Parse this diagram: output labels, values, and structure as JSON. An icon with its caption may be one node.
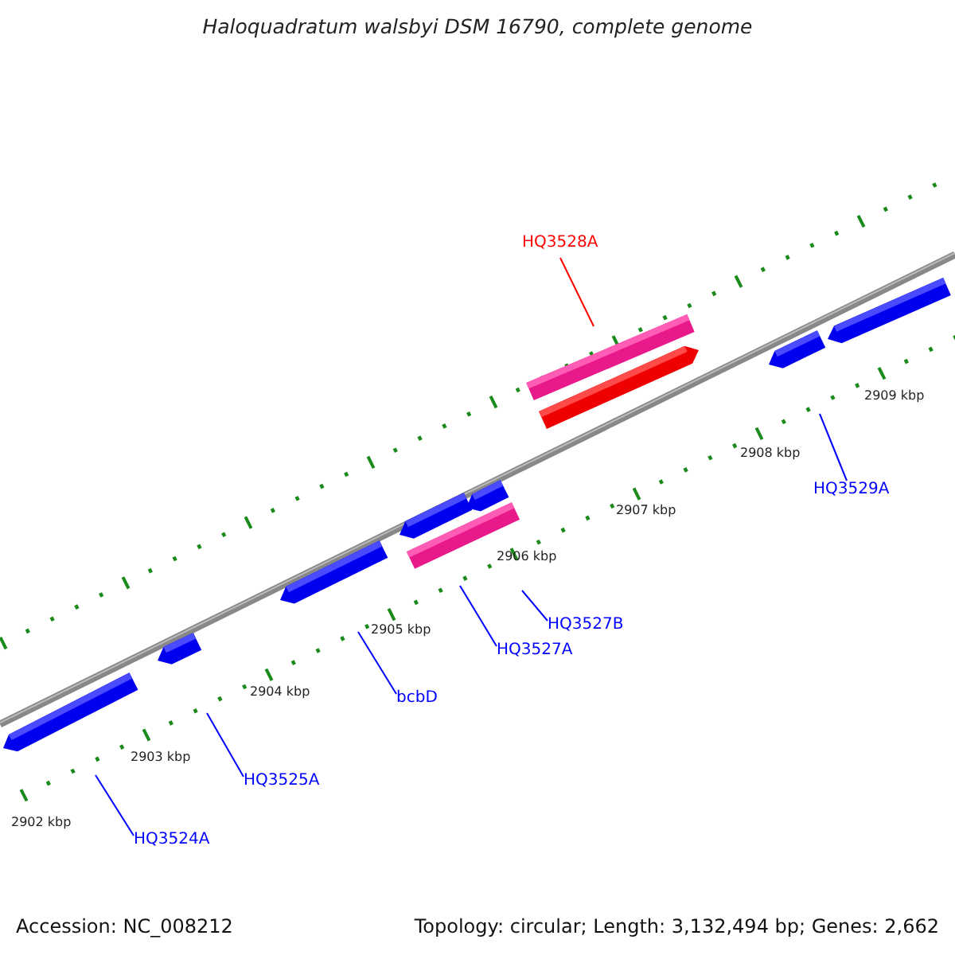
{
  "diagram": {
    "title": "Haloquadratum walsbyi DSM 16790, complete genome",
    "nodes": [
      {
        "text": [
          "HQ3528A"
        ]
      },
      {
        "text": [
          "HQ3529A"
        ]
      },
      {
        "text": [
          "HQ3527B"
        ]
      },
      {
        "text": [
          "HQ3527A"
        ]
      },
      {
        "text": [
          "bcbD"
        ]
      },
      {
        "text": [
          "HQ3525A"
        ]
      },
      {
        "text": [
          "HQ3524A"
        ]
      }
    ],
    "edges": [
      {
        "from": 0,
        "to": null,
        "arrow": "none",
        "color": "#ff0000"
      },
      {
        "from": 1,
        "to": null,
        "arrow": "none"
      },
      {
        "from": 2,
        "to": null,
        "arrow": "none"
      },
      {
        "from": 3,
        "to": null,
        "arrow": "none"
      },
      {
        "from": 4,
        "to": null,
        "arrow": "none"
      },
      {
        "from": 5,
        "to": null,
        "arrow": "none"
      },
      {
        "from": 6,
        "to": null,
        "arrow": "none"
      }
    ],
    "labels": [
      "2909 kbp",
      "2908 kbp",
      "2907 kbp",
      "2906 kbp",
      "2905 kbp",
      "2904 kbp",
      "2903 kbp",
      "2902 kbp",
      "Accession: NC_008212",
      "Topology: circular; Length: 3,132,494 bp; Genes: 2,662"
    ]
  }
}
